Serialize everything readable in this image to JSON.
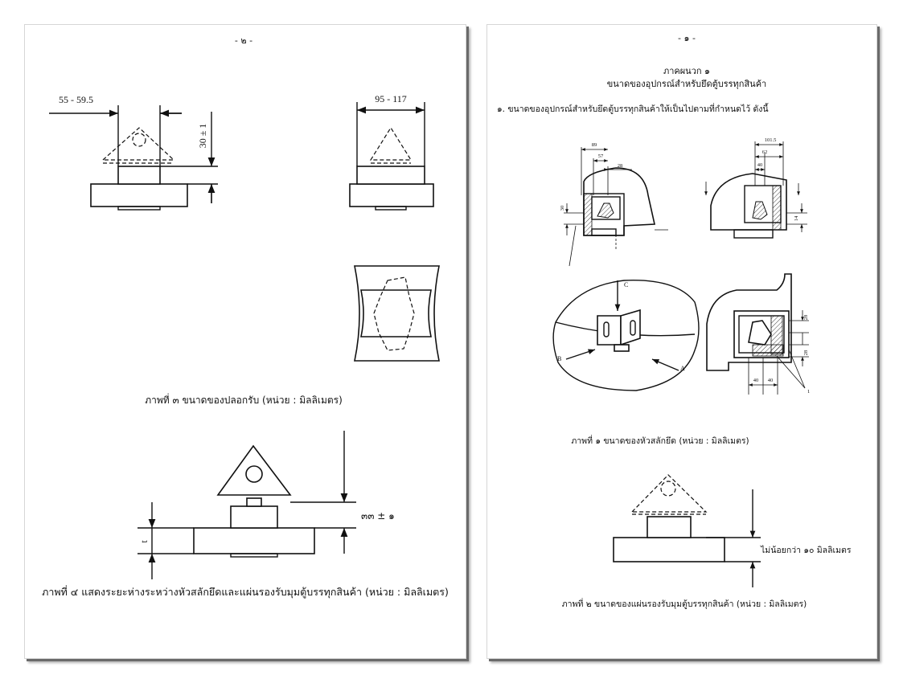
{
  "left_page": {
    "page_number": "- ๒ -",
    "fig3": {
      "dim_width_a": "55 - 59.5",
      "dim_width_b": "95 - 117",
      "dim_height": "30 ± 1",
      "caption": "ภาพที่ ๓ ขนาดของปลอกรับ (หน่วย : มิลลิเมตร)"
    },
    "fig4": {
      "dim_height": "๓๓ ± ๑",
      "dim_t": "t",
      "caption": "ภาพที่ ๔ แสดงระยะห่างระหว่างหัวสลักยึดและแผ่นรองรับมุมตู้บรรทุกสินค้า (หน่วย : มิลลิเมตร)"
    }
  },
  "right_page": {
    "page_number": "- ๑ -",
    "appendix_title": "ภาคผนวก ๑",
    "appendix_subtitle": "ขนาดของอุปกรณ์สำหรับยึดตู้บรรทุกสินค้า",
    "section_text": "๑. ขนาดของอุปกรณ์สำหรับยึดตู้บรรทุกสินค้าให้เป็นไปตามที่กำหนดไว้ ดังนี้",
    "fig1": {
      "dims_left": [
        "89",
        "57",
        "28",
        "30"
      ],
      "dims_right": [
        "101.5",
        "62",
        "40",
        "14"
      ],
      "labels": [
        "C",
        "B",
        "A"
      ],
      "dims_br": [
        "28",
        "28",
        "40",
        "40",
        "1"
      ],
      "caption": "ภาพที่ ๑ ขนาดของหัวสลักยึด (หน่วย : มิลลิเมตร)"
    },
    "fig2": {
      "dim_label": "ไม่น้อยกว่า ๑๐ มิลลิเมตร",
      "caption": "ภาพที่ ๒ ขนาดของแผ่นรองรับมุมตู้บรรทุกสินค้า (หน่วย : มิลลิเมตร)"
    }
  }
}
